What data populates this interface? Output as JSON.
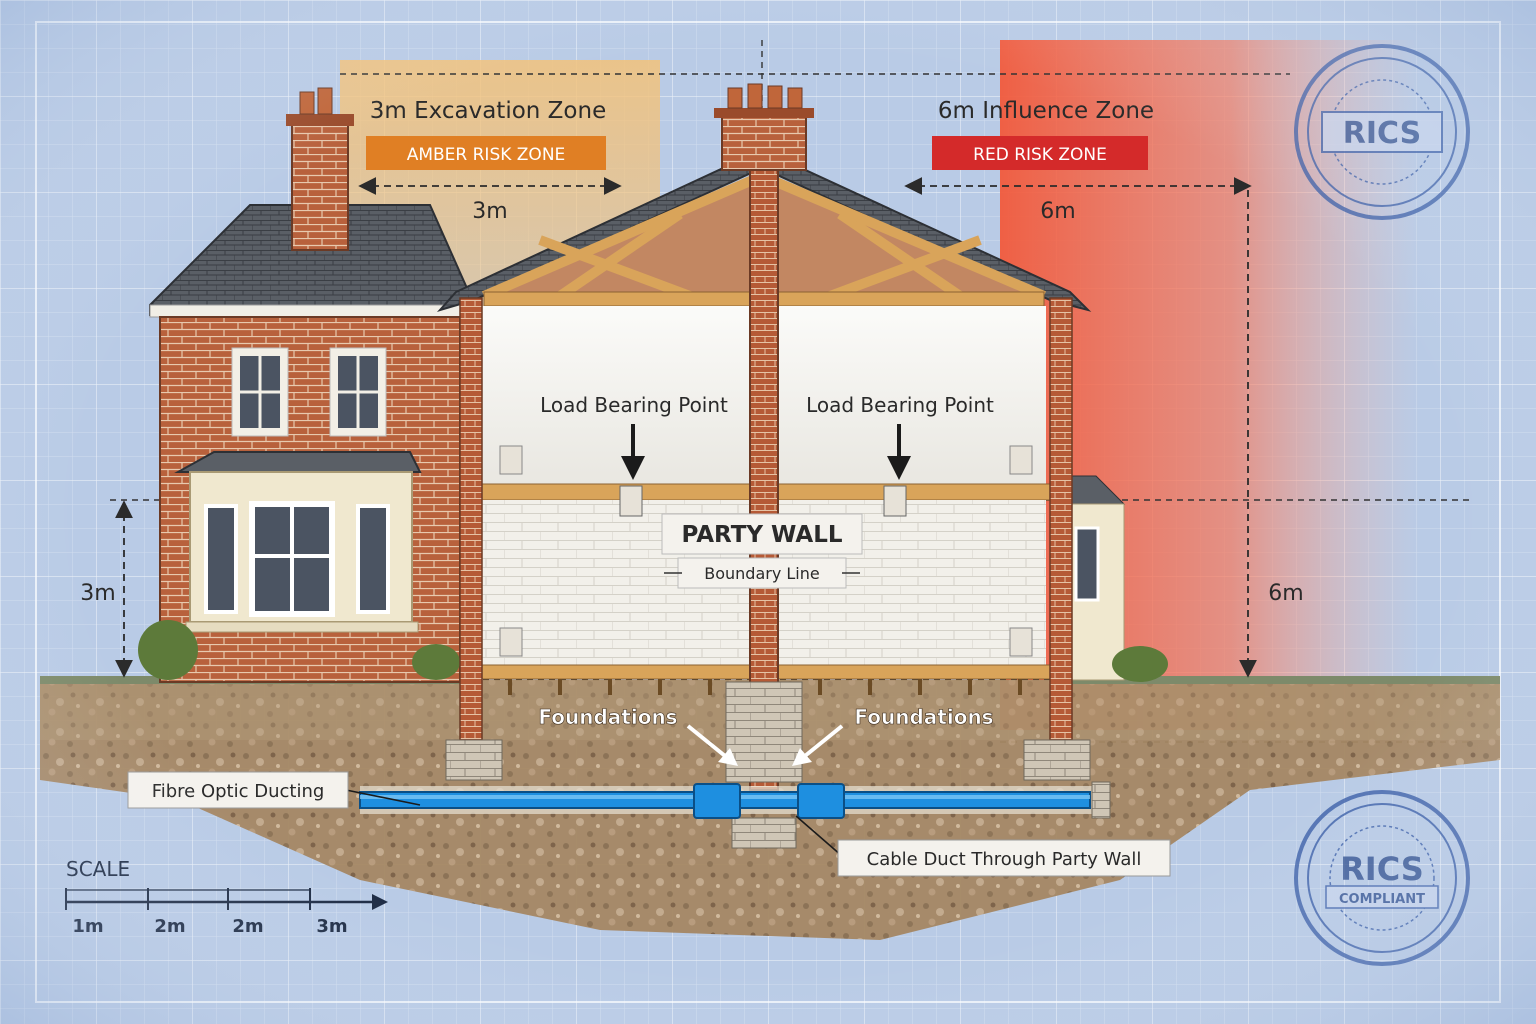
{
  "zones": {
    "excavation": {
      "title": "3m Excavation Zone",
      "badge": "AMBER RISK ZONE",
      "width_label": "3m",
      "depth_label": "3m",
      "color": "#e07f24"
    },
    "influence": {
      "title": "6m Influence Zone",
      "badge": "RED RISK ZONE",
      "width_label": "6m",
      "depth_label": "6m",
      "color": "#d42a2a"
    }
  },
  "labels": {
    "load_left": "Load Bearing Point",
    "load_right": "Load Bearing Point",
    "party_wall": "PARTY WALL",
    "boundary": "Boundary Line",
    "foundations_left": "Foundations",
    "foundations_right": "Foundations",
    "fibre": "Fibre Optic Ducting",
    "cable_duct": "Cable Duct Through Party Wall"
  },
  "scale": {
    "title": "SCALE",
    "ticks": [
      "1m",
      "2m",
      "2m",
      "3m"
    ]
  },
  "stamps": {
    "top": {
      "main": "RICS"
    },
    "bottom": {
      "main": "RICS",
      "sub": "COMPLIANT"
    }
  },
  "colors": {
    "brick": "#b8613c",
    "roof": "#5a5f66",
    "duct": "#1e8fe0",
    "blueprint": "#b9cbe6",
    "timber": "#d9a45a"
  }
}
